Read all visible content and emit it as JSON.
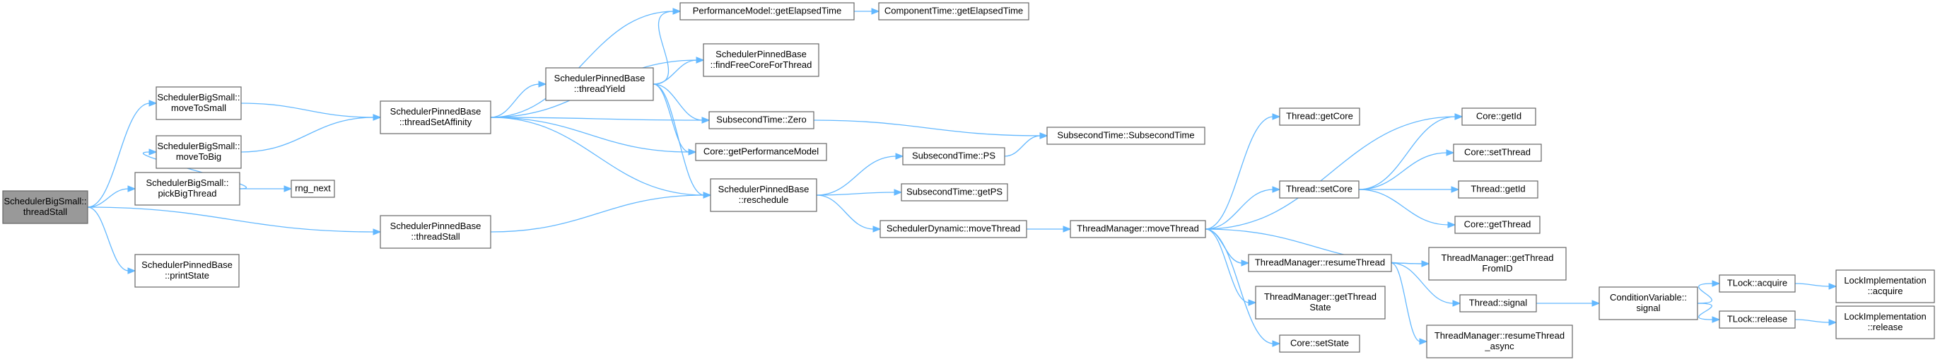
{
  "colors": {
    "edge": "#63b8ff",
    "node_border": "#666666",
    "node_fill": "#ffffff",
    "root_fill": "#999999",
    "text": "#000000"
  },
  "nodes": [
    {
      "id": "n_root",
      "lines": [
        "SchedulerBigSmall::",
        "threadStall"
      ],
      "root": true
    },
    {
      "id": "n_moveToSmall",
      "lines": [
        "SchedulerBigSmall::",
        "moveToSmall"
      ]
    },
    {
      "id": "n_pickBigThread",
      "lines": [
        "SchedulerBigSmall::",
        "pickBigThread"
      ]
    },
    {
      "id": "n_printState",
      "lines": [
        "SchedulerPinnedBase",
        "::printState"
      ]
    },
    {
      "id": "n_moveToBig",
      "lines": [
        "SchedulerBigSmall::",
        "moveToBig"
      ]
    },
    {
      "id": "n_rng_next",
      "lines": [
        "rng_next"
      ]
    },
    {
      "id": "n_threadSetAffinity",
      "lines": [
        "SchedulerPinnedBase",
        "::threadSetAffinity"
      ]
    },
    {
      "id": "n_threadStallPB",
      "lines": [
        "SchedulerPinnedBase",
        "::threadStall"
      ]
    },
    {
      "id": "n_threadYield",
      "lines": [
        "SchedulerPinnedBase",
        "::threadYield"
      ]
    },
    {
      "id": "n_getElapsedTime",
      "lines": [
        "PerformanceModel::getElapsedTime"
      ]
    },
    {
      "id": "n_findFreeCore",
      "lines": [
        "SchedulerPinnedBase",
        "::findFreeCoreForThread"
      ]
    },
    {
      "id": "n_zero",
      "lines": [
        "SubsecondTime::Zero"
      ]
    },
    {
      "id": "n_getPerfModel",
      "lines": [
        "Core::getPerformanceModel"
      ]
    },
    {
      "id": "n_reschedule",
      "lines": [
        "SchedulerPinnedBase",
        "::reschedule"
      ]
    },
    {
      "id": "n_compElapsed",
      "lines": [
        "ComponentTime::getElapsedTime"
      ]
    },
    {
      "id": "n_ps",
      "lines": [
        "SubsecondTime::PS"
      ]
    },
    {
      "id": "n_getPS",
      "lines": [
        "SubsecondTime::getPS"
      ]
    },
    {
      "id": "n_dynMoveThread",
      "lines": [
        "SchedulerDynamic::moveThread"
      ]
    },
    {
      "id": "n_subsecondTime",
      "lines": [
        "SubsecondTime::SubsecondTime"
      ]
    },
    {
      "id": "n_tmMoveThread",
      "lines": [
        "ThreadManager::moveThread"
      ]
    },
    {
      "id": "n_threadGetCore",
      "lines": [
        "Thread::getCore"
      ]
    },
    {
      "id": "n_threadSetCore",
      "lines": [
        "Thread::setCore"
      ]
    },
    {
      "id": "n_resumeThread",
      "lines": [
        "ThreadManager::resumeThread"
      ]
    },
    {
      "id": "n_getThreadState",
      "lines": [
        "ThreadManager::getThread",
        "State"
      ]
    },
    {
      "id": "n_coreSetState",
      "lines": [
        "Core::setState"
      ]
    },
    {
      "id": "n_coreGetId",
      "lines": [
        "Core::getId"
      ]
    },
    {
      "id": "n_coreSetThread",
      "lines": [
        "Core::setThread"
      ]
    },
    {
      "id": "n_threadGetId",
      "lines": [
        "Thread::getId"
      ]
    },
    {
      "id": "n_coreGetThread",
      "lines": [
        "Core::getThread"
      ]
    },
    {
      "id": "n_getThreadFromID",
      "lines": [
        "ThreadManager::getThread",
        "FromID"
      ]
    },
    {
      "id": "n_threadSignal",
      "lines": [
        "Thread::signal"
      ]
    },
    {
      "id": "n_resumeAsync",
      "lines": [
        "ThreadManager::resumeThread",
        "_async"
      ]
    },
    {
      "id": "n_condSignal",
      "lines": [
        "ConditionVariable::",
        "signal"
      ]
    },
    {
      "id": "n_tlockAcquire",
      "lines": [
        "TLock::acquire"
      ]
    },
    {
      "id": "n_tlockRelease",
      "lines": [
        "TLock::release"
      ]
    },
    {
      "id": "n_lockAcquire",
      "lines": [
        "LockImplementation",
        "::acquire"
      ]
    },
    {
      "id": "n_lockRelease",
      "lines": [
        "LockImplementation",
        "::release"
      ]
    }
  ],
  "edges": [
    [
      "n_root",
      "n_moveToSmall"
    ],
    [
      "n_root",
      "n_pickBigThread"
    ],
    [
      "n_root",
      "n_threadStallPB"
    ],
    [
      "n_root",
      "n_printState"
    ],
    [
      "n_moveToSmall",
      "n_threadSetAffinity"
    ],
    [
      "n_pickBigThread",
      "n_moveToBig"
    ],
    [
      "n_pickBigThread",
      "n_rng_next"
    ],
    [
      "n_moveToBig",
      "n_threadSetAffinity"
    ],
    [
      "n_threadSetAffinity",
      "n_getElapsedTime"
    ],
    [
      "n_threadSetAffinity",
      "n_findFreeCore"
    ],
    [
      "n_threadSetAffinity",
      "n_threadYield"
    ],
    [
      "n_threadSetAffinity",
      "n_zero"
    ],
    [
      "n_threadSetAffinity",
      "n_getPerfModel"
    ],
    [
      "n_threadSetAffinity",
      "n_reschedule"
    ],
    [
      "n_threadStallPB",
      "n_reschedule"
    ],
    [
      "n_threadYield",
      "n_getElapsedTime"
    ],
    [
      "n_threadYield",
      "n_findFreeCore"
    ],
    [
      "n_threadYield",
      "n_zero"
    ],
    [
      "n_threadYield",
      "n_getPerfModel"
    ],
    [
      "n_threadYield",
      "n_reschedule"
    ],
    [
      "n_getElapsedTime",
      "n_compElapsed"
    ],
    [
      "n_zero",
      "n_subsecondTime"
    ],
    [
      "n_reschedule",
      "n_ps"
    ],
    [
      "n_reschedule",
      "n_getPS"
    ],
    [
      "n_reschedule",
      "n_dynMoveThread"
    ],
    [
      "n_ps",
      "n_subsecondTime"
    ],
    [
      "n_dynMoveThread",
      "n_tmMoveThread"
    ],
    [
      "n_tmMoveThread",
      "n_threadGetCore"
    ],
    [
      "n_tmMoveThread",
      "n_coreGetId"
    ],
    [
      "n_tmMoveThread",
      "n_threadSetCore"
    ],
    [
      "n_tmMoveThread",
      "n_getThreadFromID"
    ],
    [
      "n_tmMoveThread",
      "n_resumeThread"
    ],
    [
      "n_tmMoveThread",
      "n_getThreadState"
    ],
    [
      "n_tmMoveThread",
      "n_coreSetState"
    ],
    [
      "n_threadSetCore",
      "n_coreGetId"
    ],
    [
      "n_threadSetCore",
      "n_coreSetThread"
    ],
    [
      "n_threadSetCore",
      "n_threadGetId"
    ],
    [
      "n_threadSetCore",
      "n_coreGetThread"
    ],
    [
      "n_resumeThread",
      "n_getThreadFromID"
    ],
    [
      "n_resumeThread",
      "n_threadSignal"
    ],
    [
      "n_resumeThread",
      "n_resumeAsync"
    ],
    [
      "n_threadSignal",
      "n_condSignal"
    ],
    [
      "n_condSignal",
      "n_tlockAcquire"
    ],
    [
      "n_condSignal",
      "n_tlockRelease"
    ],
    [
      "n_tlockAcquire",
      "n_lockAcquire"
    ],
    [
      "n_tlockRelease",
      "n_lockRelease"
    ]
  ]
}
